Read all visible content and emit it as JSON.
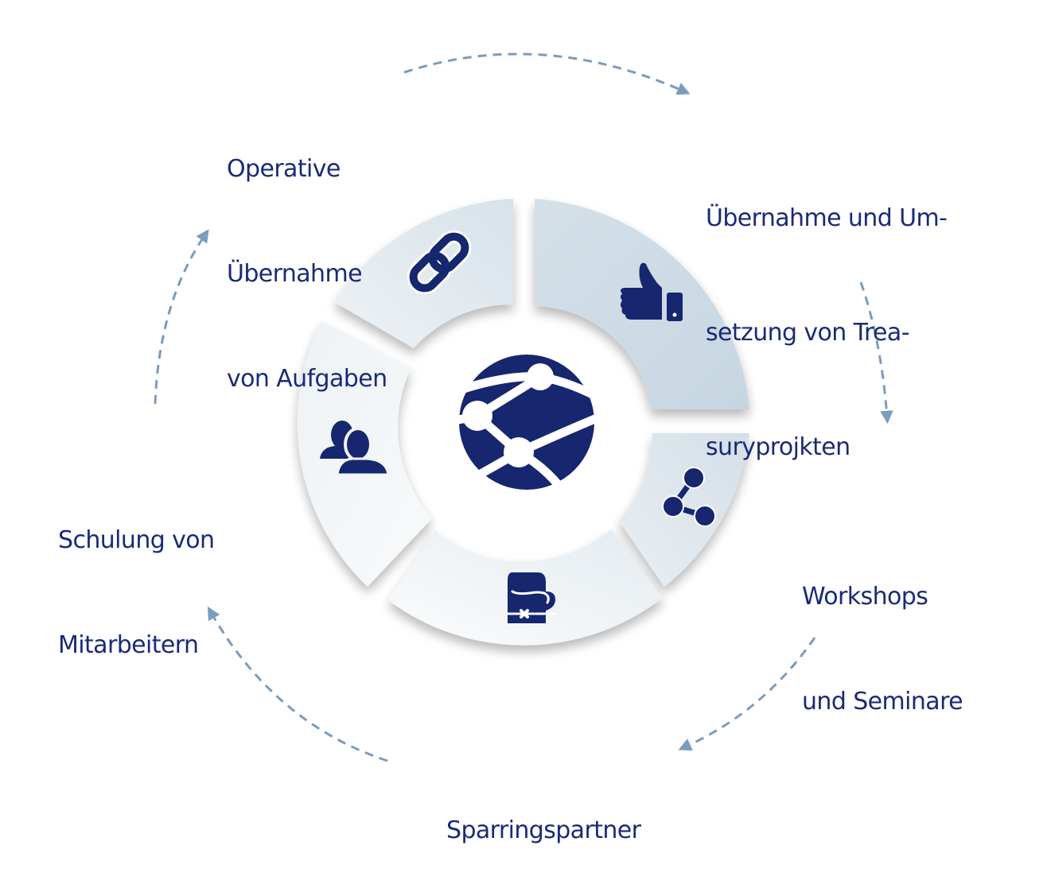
{
  "diagram": {
    "title": "Treasury Services Cycle",
    "center": {
      "icon": "globe-network-icon"
    },
    "segments": [
      {
        "id": "operative",
        "icon": "link-icon",
        "label_lines": [
          "Operative",
          "Übernahme",
          "von Aufgaben"
        ]
      },
      {
        "id": "projects",
        "icon": "thumbs-up-icon",
        "label_lines": [
          "Übernahme und Um-",
          "setzung von Trea-",
          "suryprojkten"
        ]
      },
      {
        "id": "workshops",
        "icon": "share-icon",
        "label_lines": [
          "Workshops",
          "und Seminare"
        ]
      },
      {
        "id": "sparring",
        "icon": "boxing-glove-icon",
        "label_lines": [
          "Sparringspartner"
        ]
      },
      {
        "id": "training",
        "icon": "users-icon",
        "label_lines": [
          "Schulung von",
          "Mitarbeitern"
        ]
      }
    ],
    "highlighted_segment": "projects",
    "cycle_direction": "clockwise"
  },
  "colors": {
    "text": "#1a2a78",
    "icon": "#16266f",
    "arrow": "#7a9cbd",
    "segment_light": "#f5f7f9",
    "segment_mid": "#e3eaf0",
    "segment_highlight": "#c9d8e2"
  }
}
